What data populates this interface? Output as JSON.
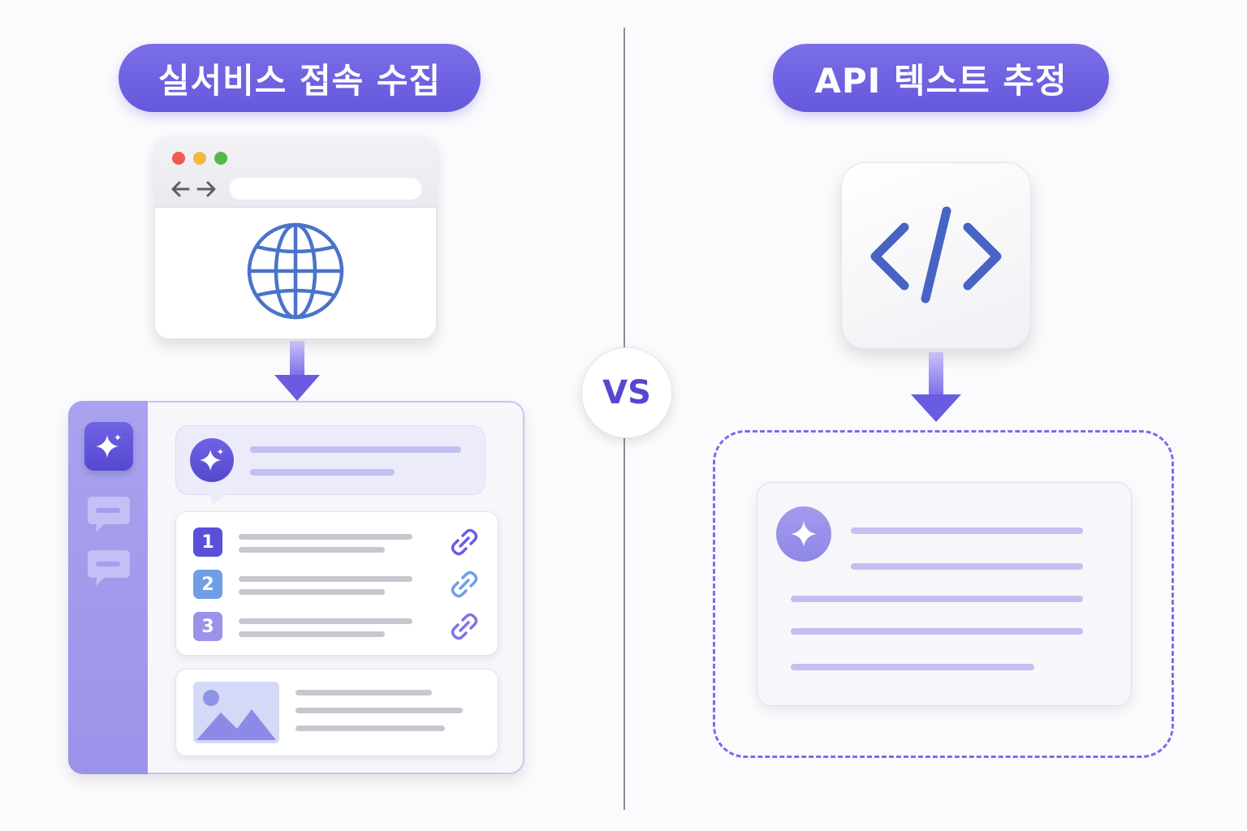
{
  "left_panel": {
    "title": "실서비스 접속 수집",
    "numbered_items": [
      "1",
      "2",
      "3"
    ]
  },
  "right_panel": {
    "title": "API 텍스트 추정"
  },
  "vs_label": "VS",
  "colors": {
    "accent": "#6658dc",
    "accent_light": "#a9a2ee",
    "globe_blue": "#4a74c9",
    "code_blue": "#4763c4"
  }
}
